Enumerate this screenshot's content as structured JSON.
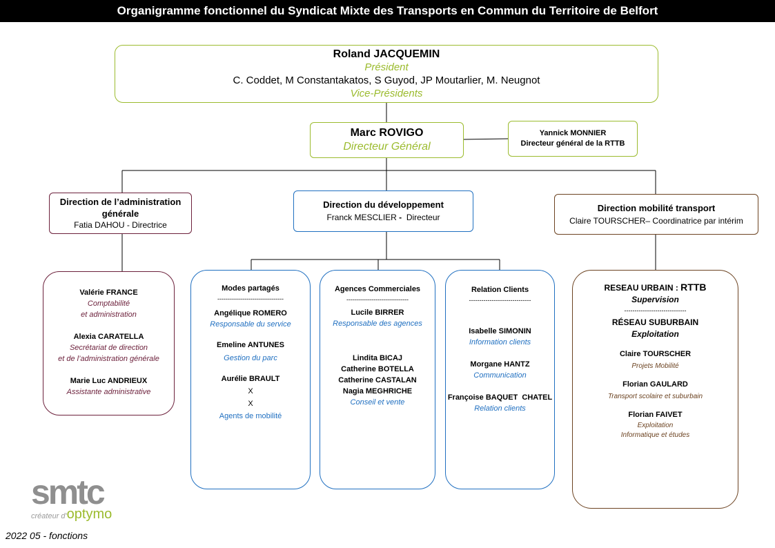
{
  "header": {
    "title": "Organigramme  fonctionnel du Syndicat Mixte des Transports en Commun du Territoire de Belfort"
  },
  "president": {
    "name": "Roland JACQUEMIN",
    "role": "Président",
    "vp_names": "C. Coddet, M Constantakatos, S Guyod, JP Moutarlier, M. Neugnot",
    "vp_role": "Vice-Présidents"
  },
  "dg": {
    "name": "Marc ROVIGO",
    "role": "Directeur Général"
  },
  "rttb_dg": {
    "name": "Yannick MONNIER",
    "role": "Directeur général de la RTTB"
  },
  "dir_admin": {
    "title_line1": "Direction de l’administration",
    "title_line2": "générale",
    "person": "Fatia DAHOU - Directrice"
  },
  "dir_dev": {
    "title": "Direction du développement",
    "person": "Franck MESCLIER ",
    "sep": "-",
    "role": "  Directeur"
  },
  "dir_mob": {
    "title": "Direction mobilité transport",
    "person": "Claire TOURSCHER– Coordinatrice par intérim"
  },
  "admin_staff": [
    {
      "name": "Valérie FRANCE",
      "role_line1": "Comptabilité",
      "role_line2": "et administration"
    },
    {
      "name": "Alexia CARATELLA",
      "role_line1": "Secrétariat  de direction",
      "role_line2": "et de l’administration générale"
    },
    {
      "name": "Marie Luc ANDRIEUX",
      "role_line1": "Assistante administrative",
      "role_line2": ""
    }
  ],
  "modes": {
    "title": "Modes partagés",
    "divider": "--------------------------------",
    "p1_name": "Angélique ROMERO",
    "p1_role": "Responsable du service",
    "p2_name": "Emeline ANTUNES",
    "p2_role": "Gestion du parc",
    "p3_name": "Aurélie BRAULT",
    "x1": "X",
    "x2": "X",
    "p3_role": "Agents de mobilité"
  },
  "agences": {
    "title": "Agences Commerciales",
    "divider": "------------------------------",
    "p1_name": "Lucile BIRRER",
    "p1_role": "Responsable des agences",
    "group": [
      "Lindita BICAJ",
      "Catherine BOTELLA",
      "Catherine CASTALAN",
      "Nagia MEGHRICHE"
    ],
    "group_role": "Conseil et vente"
  },
  "relation": {
    "title": "Relation Clients",
    "divider": "------------------------------",
    "p1_name": "Isabelle SIMONIN",
    "p1_role": "Information clients",
    "p2_name": "Morgane HANTZ",
    "p2_role": "Communication",
    "p3_name": "Françoise BAQUET  CHATEL",
    "p3_role": "Relation clients"
  },
  "reseau": {
    "urbain_label": "RESEAU URBAIN : ",
    "urbain_code": "RTTB",
    "urbain_role": "Supervision",
    "divider": "------------------------------",
    "suburbain_label": "RÉSEAU SUBURBAIN",
    "suburbain_role": "Exploitation",
    "p1_name": "Claire TOURSCHER",
    "p1_role": "Projets Mobilité",
    "p2_name": "Florian GAULARD",
    "p2_role": "Transport scolaire et suburbain",
    "p3_name": "Florian FAIVET",
    "p3_role_line1": "Exploitation",
    "p3_role_line2": "Informatique et études"
  },
  "logo": {
    "brand": "smtc",
    "tagline_prefix": "créateur d'",
    "tagline_brand": "optymo"
  },
  "footer": {
    "text": "2022 05 - fonctions"
  },
  "colors": {
    "lime": "#9bbb2d",
    "blue": "#1f6fc0",
    "maroon": "#6b1f3a",
    "brown": "#6b4220"
  }
}
